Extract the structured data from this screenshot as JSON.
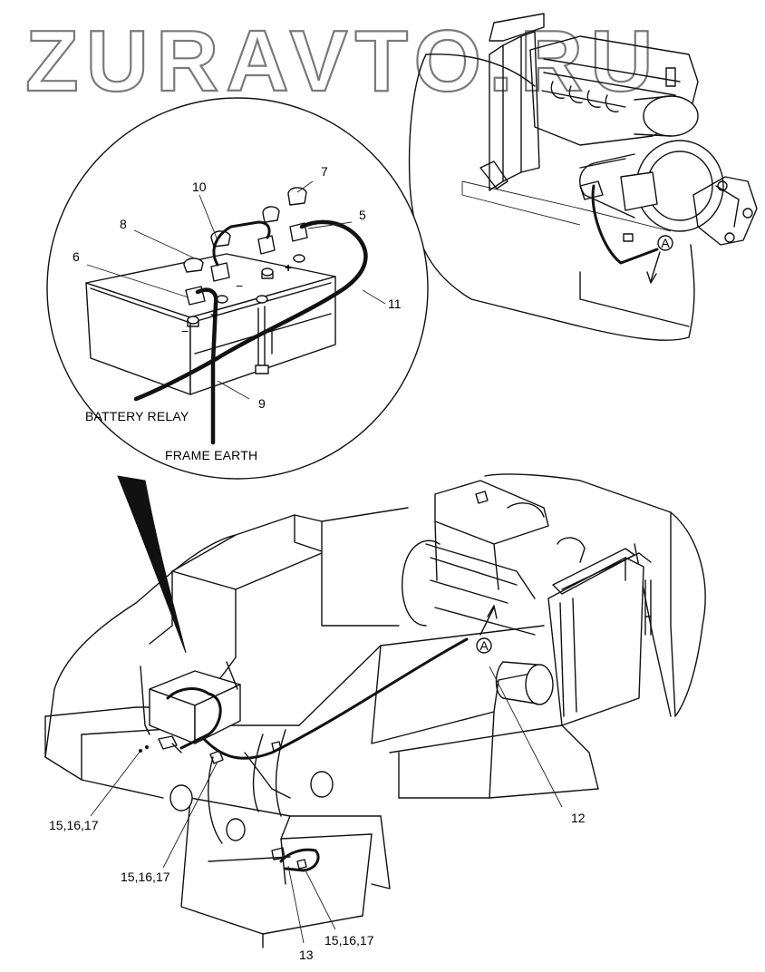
{
  "watermark": "ZURAVTO.RU",
  "callouts": {
    "c5": "5",
    "c6": "6",
    "c7": "7",
    "c8": "8",
    "c9": "9",
    "c10": "10",
    "c11": "11",
    "c12": "12",
    "c13": "13",
    "c15a": "15,16,17",
    "c15b": "15,16,17",
    "c15c": "15,16,17"
  },
  "texts": {
    "battery_relay": "BATTERY RELAY",
    "frame_earth": "FRAME EARTH",
    "ref_a1": "A",
    "ref_a2": "A",
    "plus1": "+",
    "plus2": "+",
    "minus1": "−",
    "minus2": "−"
  }
}
